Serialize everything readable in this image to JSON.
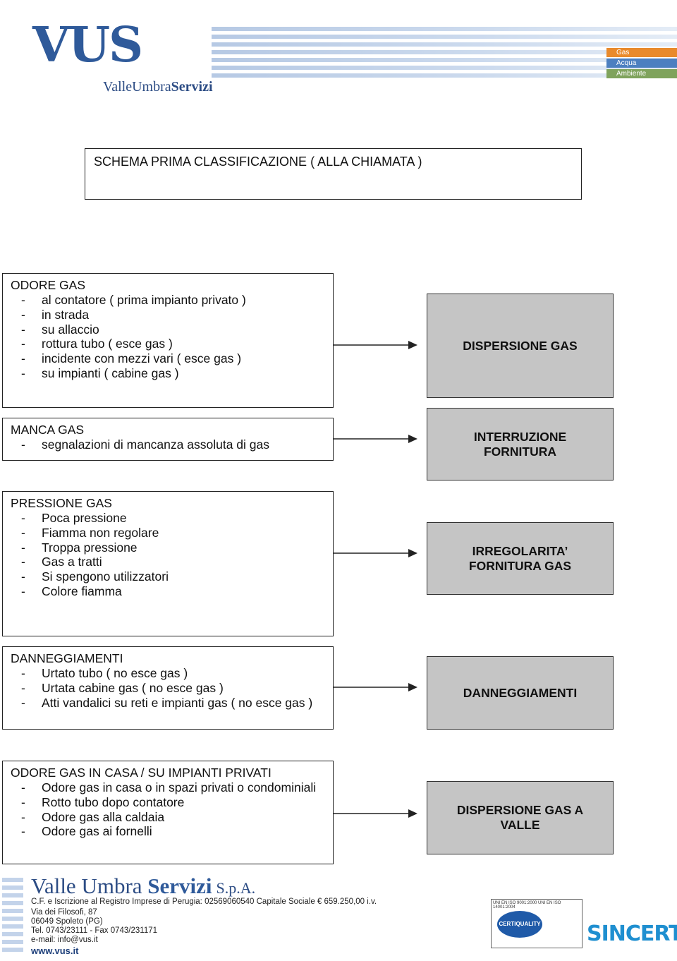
{
  "header": {
    "logo_text": "VUS",
    "company_name_part1": "ValleUmbra",
    "company_name_part2": "Servizi",
    "tags": [
      "Gas",
      "Acqua",
      "Ambiente"
    ]
  },
  "title": "SCHEMA PRIMA CLASSIFICAZIONE ( ALLA CHIAMATA  )",
  "rows": [
    {
      "heading": "ODORE GAS",
      "items": [
        "al contatore ( prima impianto privato )",
        "in strada",
        "su allaccio",
        "rottura tubo (  esce gas )",
        "incidente con mezzi vari (  esce gas )",
        "su impianti ( cabine gas )"
      ],
      "outcome_lines": [
        "DISPERSIONE GAS"
      ]
    },
    {
      "heading": "MANCA GAS",
      "items": [
        "segnalazioni di mancanza assoluta di gas"
      ],
      "outcome_lines": [
        "INTERRUZIONE",
        "FORNITURA"
      ]
    },
    {
      "heading": "PRESSIONE GAS",
      "items": [
        "Poca pressione",
        "Fiamma non regolare",
        "Troppa pressione",
        "Gas a tratti",
        "Si spengono utilizzatori",
        "Colore fiamma"
      ],
      "outcome_lines": [
        "IRREGOLARITA’",
        "FORNITURA GAS"
      ]
    },
    {
      "heading": "DANNEGGIAMENTI",
      "items": [
        "Urtato tubo ( no esce gas )",
        "Urtata cabine gas ( no esce gas )",
        "Atti vandalici su reti e impianti gas ( no esce gas )"
      ],
      "outcome_lines": [
        "DANNEGGIAMENTI"
      ]
    },
    {
      "heading": "ODORE GAS IN CASA / SU IMPIANTI PRIVATI",
      "items": [
        "Odore gas in casa o in spazi privati o condominiali",
        "Rotto tubo dopo contatore",
        "Odore gas alla caldaia",
        "Odore gas ai fornelli"
      ],
      "outcome_lines": [
        "DISPERSIONE GAS A",
        "VALLE"
      ]
    }
  ],
  "footer": {
    "logo_part1": "Valle Umbra ",
    "logo_part2": "Servizi",
    "logo_suffix": "S.p.A.",
    "line1": "C.F. e Iscrizione al Registro Imprese di Perugia: 02569060540 Capitale Sociale € 659.250,00 i.v.",
    "line2": "Via dei Filosofi, 87",
    "line3": "06049 Spoleto (PG)",
    "line4": "Tel. 0743/23111 - Fax 0743/231171",
    "line5": "e-mail: info@vus.it",
    "website": "www.vus.it",
    "cert_text": "UNI EN ISO 9001:2000 UNI EN ISO 14001:2004",
    "cert_seal": "CERTIQUALITY",
    "sincert": "SINCERT"
  }
}
